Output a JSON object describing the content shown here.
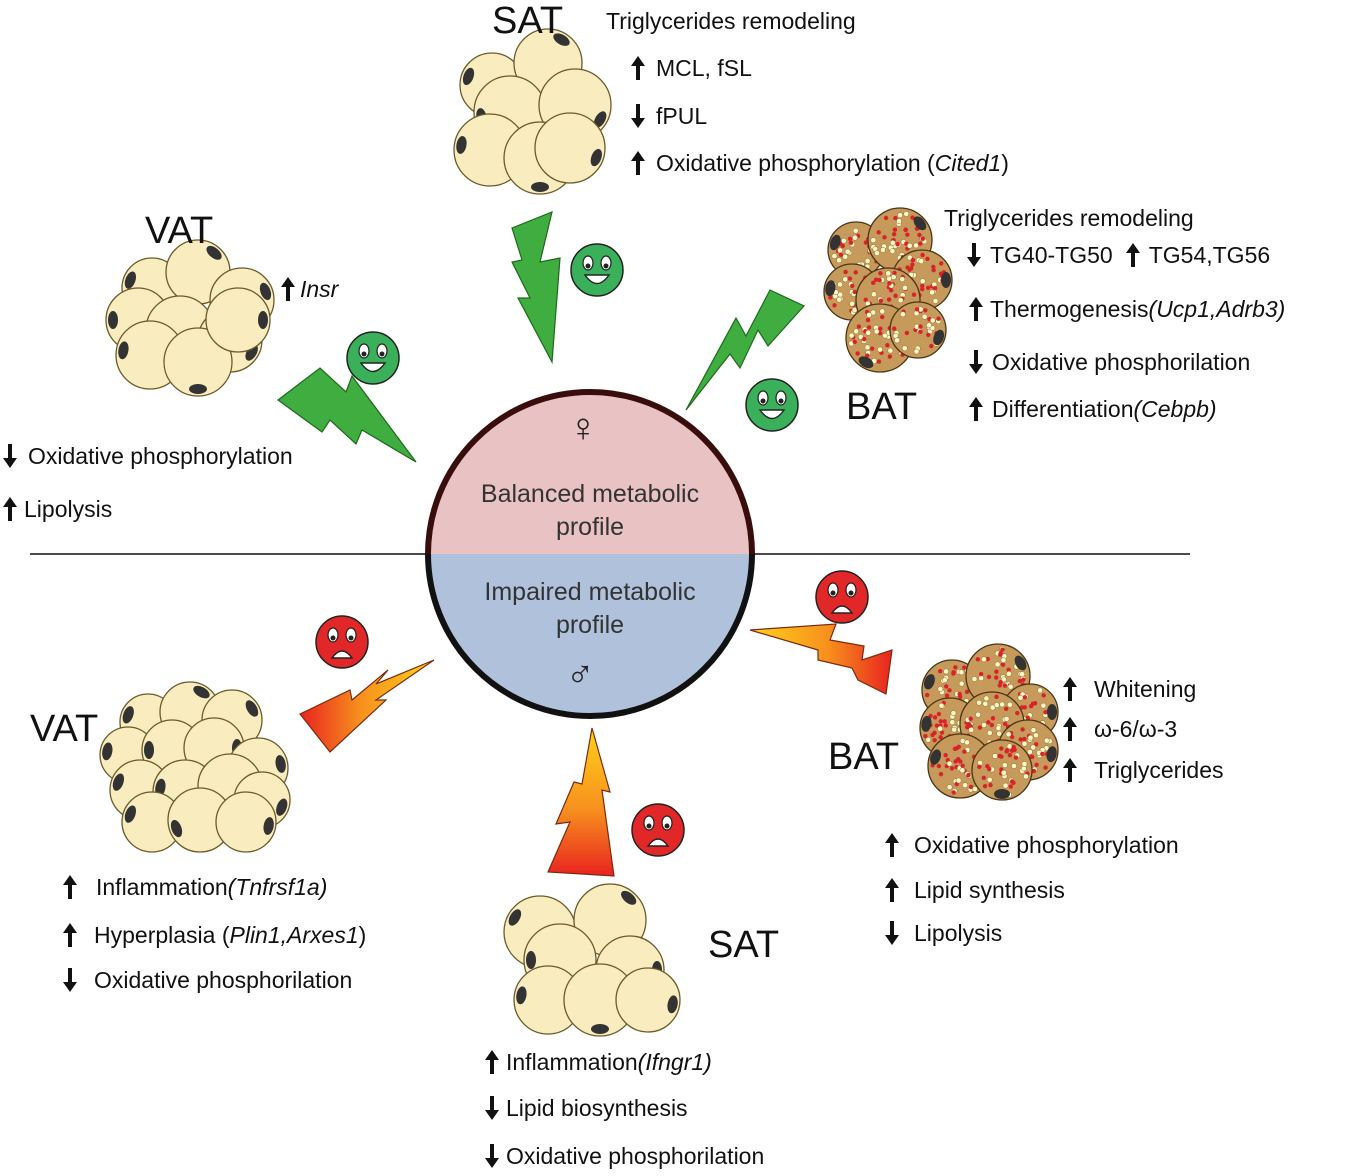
{
  "colors": {
    "female_fill": "#e9c3c3",
    "male_fill": "#b0c1dc",
    "happy_face": "#3ab05a",
    "sad_face": "#e12727",
    "bolt_green": "#3fad3f",
    "bolt_warm_top": "#ffd21a",
    "bolt_warm_bottom": "#e9231f",
    "cell_fill": "#f9ecbf",
    "brown_fat_fill": "#c69a5b"
  },
  "center": {
    "female_symbol": "♀",
    "male_symbol": "♂",
    "top_line1": "Balanced metabolic",
    "top_line2": "profile",
    "bottom_line1": "Impaired metabolic",
    "bottom_line2": "profile"
  },
  "female": {
    "sat": {
      "title": "SAT",
      "heading": "Triglycerides remodeling",
      "items": [
        {
          "dir": "up",
          "text": "MCL, fSL",
          "gene": ""
        },
        {
          "dir": "down",
          "text": "fPUL",
          "gene": ""
        },
        {
          "dir": "up",
          "text": "Oxidative phosphorylation (",
          "gene": "Cited1",
          "after": ")"
        }
      ]
    },
    "vat": {
      "title": "VAT",
      "gene_item": {
        "dir": "up",
        "gene": "Insr"
      },
      "items": [
        {
          "dir": "down",
          "text": "Oxidative phosphorylation"
        },
        {
          "dir": "up",
          "text": "Lipolysis"
        }
      ]
    },
    "bat": {
      "title": "BAT",
      "heading": "Triglycerides remodeling",
      "tg_down": "TG40-TG50",
      "tg_up": "TG54,TG56",
      "items": [
        {
          "dir": "up",
          "text": "Thermogenesis ",
          "gene": "(Ucp1,Adrb3)"
        },
        {
          "dir": "down",
          "text": "Oxidative phosphorilation",
          "gene": ""
        },
        {
          "dir": "up",
          "text": "Differentiation ",
          "gene": "(Cebpb)"
        }
      ]
    }
  },
  "male": {
    "vat": {
      "title": "VAT",
      "items": [
        {
          "dir": "up",
          "text": "Inflammation ",
          "gene": "(Tnfrsf1a)",
          "after": ""
        },
        {
          "dir": "up",
          "text": "Hyperplasia (",
          "gene": "Plin1,Arxes1",
          "after": ")"
        },
        {
          "dir": "down",
          "text": "Oxidative phosphorilation",
          "gene": "",
          "after": ""
        }
      ]
    },
    "sat": {
      "title": "SAT",
      "items": [
        {
          "dir": "up",
          "text": "Inflammation ",
          "gene": "(Ifngr1)"
        },
        {
          "dir": "down",
          "text": "Lipid biosynthesis",
          "gene": ""
        },
        {
          "dir": "down",
          "text": "Oxidative phosphorilation",
          "gene": ""
        }
      ]
    },
    "bat": {
      "title": "BAT",
      "side_items": [
        {
          "dir": "up",
          "text": "Whitening"
        },
        {
          "dir": "up",
          "text": "ω-6/ω-3"
        },
        {
          "dir": "up",
          "text": "Triglycerides"
        }
      ],
      "items": [
        {
          "dir": "up",
          "text": "Oxidative phosphorylation"
        },
        {
          "dir": "up",
          "text": "Lipid synthesis"
        },
        {
          "dir": "down",
          "text": "Lipolysis"
        }
      ]
    }
  }
}
